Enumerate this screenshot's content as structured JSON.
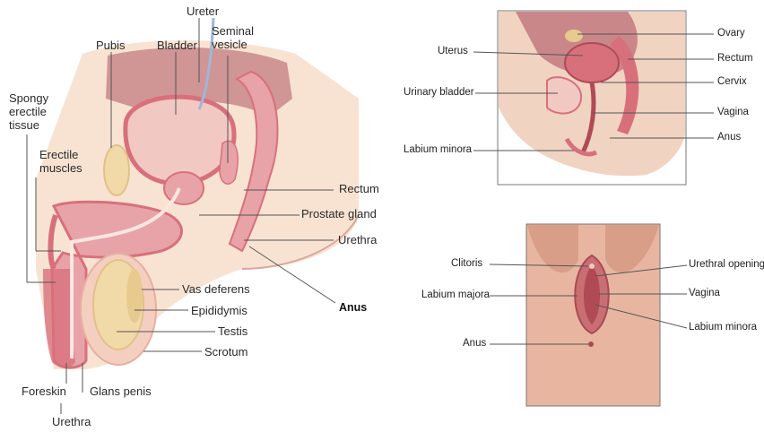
{
  "male_diagram": {
    "labels": {
      "ureter": "Ureter",
      "pubis": "Pubis",
      "bladder": "Bladder",
      "seminal_vesicle": "Seminal\nvesicle",
      "spongy_erectile_tissue": "Spongy\nerectile\ntissue",
      "erectile_muscles": "Erectile\nmuscles",
      "rectum": "Rectum",
      "prostate_gland": "Prostate gland",
      "urethra_right": "Urethra",
      "anus": "Anus",
      "vas_deferens": "Vas deferens",
      "epididymis": "Epididymis",
      "testis": "Testis",
      "scrotum": "Scrotum",
      "foreskin": "Foreskin",
      "glans_penis": "Glans penis",
      "urethra_bottom": "Urethra"
    }
  },
  "female_sagittal": {
    "labels": {
      "uterus": "Uterus",
      "urinary_bladder": "Urinary bladder",
      "labium_minora": "Labium minora",
      "ovary": "Ovary",
      "rectum": "Rectum",
      "cervix": "Cervix",
      "vagina": "Vagina",
      "anus": "Anus"
    }
  },
  "female_external": {
    "labels": {
      "clitoris": "Clitoris",
      "labium_majora": "Labium majora",
      "anus": "Anus",
      "urethral_opening": "Urethral opening",
      "vagina": "Vagina",
      "labium_minora": "Labium minora"
    }
  },
  "colors": {
    "skin": "#f8e3d3",
    "flesh_pink": "#e8a3a8",
    "deep_pink": "#d8707c",
    "bladder_wall": "#f2c9c2",
    "tan": "#f1d9a8",
    "female_skin": "#e8b6a0",
    "female_dark": "#b04a55",
    "line": "#555555"
  }
}
